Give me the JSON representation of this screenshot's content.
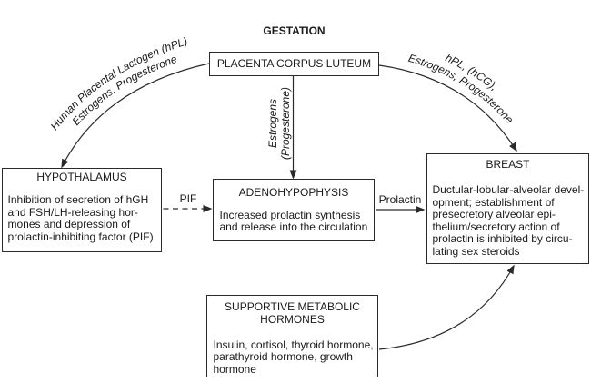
{
  "title": "GESTATION",
  "colors": {
    "background": "#ffffff",
    "line": "#2a2a2a",
    "text": "#1a1a1a"
  },
  "boxes": {
    "placenta": {
      "heading": "PLACENTA CORPUS LUTEUM"
    },
    "hypothalamus": {
      "heading": "HYPOTHALAMUS",
      "body": "Inhibition of secretion of hGH\nand FSH/LH-releasing hor-\nmones and depression of\nprolactin-inhibiting factor (PIF)"
    },
    "adenohypophysis": {
      "heading": "ADENOHYPOPHYSIS",
      "body": "Increased prolactin synthesis\nand release into the circulation"
    },
    "breast": {
      "heading": "BREAST",
      "body": "Ductular-lobular-alveolar devel-\nopment; establishment of\npresecretory alveolar epi-\nthelium/secretory action of\nprolactin is inhibited by circu-\nlating sex steroids"
    },
    "supportive": {
      "heading": "SUPPORTIVE METABOLIC\nHORMONES",
      "body": "Insulin, cortisol, thyroid hormone,\nparathyroid hormone, growth\nhormone"
    }
  },
  "arrows": {
    "placenta_to_hypothalamus": {
      "label_line1": "Human Placental Lactogen (hPL)",
      "label_line2": "Estrogens, Progesterone"
    },
    "placenta_to_breast": {
      "label_line1": "hPL, (hCG),",
      "label_line2": "Estrogens, Progesterone"
    },
    "placenta_to_adenohypophysis": {
      "label": "Estrogens\n(Progesterone)"
    },
    "hypothalamus_to_adenohypophysis": {
      "label": "PIF"
    },
    "adenohypophysis_to_breast": {
      "label": "Prolactin"
    }
  }
}
